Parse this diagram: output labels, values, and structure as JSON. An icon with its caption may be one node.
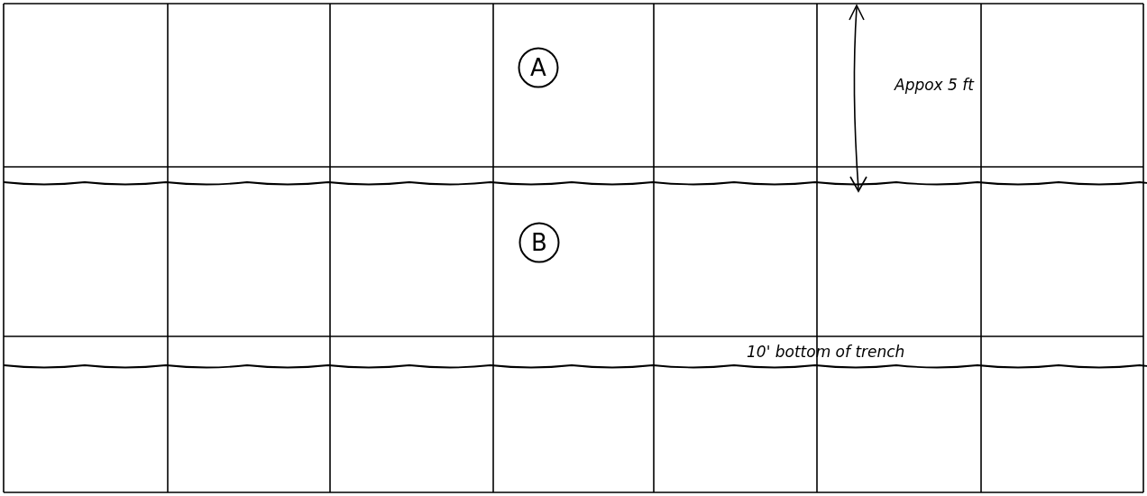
{
  "diagram": {
    "nodes": [
      {
        "text": [
          "A"
        ]
      },
      {
        "text": [
          "B"
        ]
      }
    ],
    "labels": [
      "Appox 5 ft",
      "10' bottom of trench"
    ]
  }
}
